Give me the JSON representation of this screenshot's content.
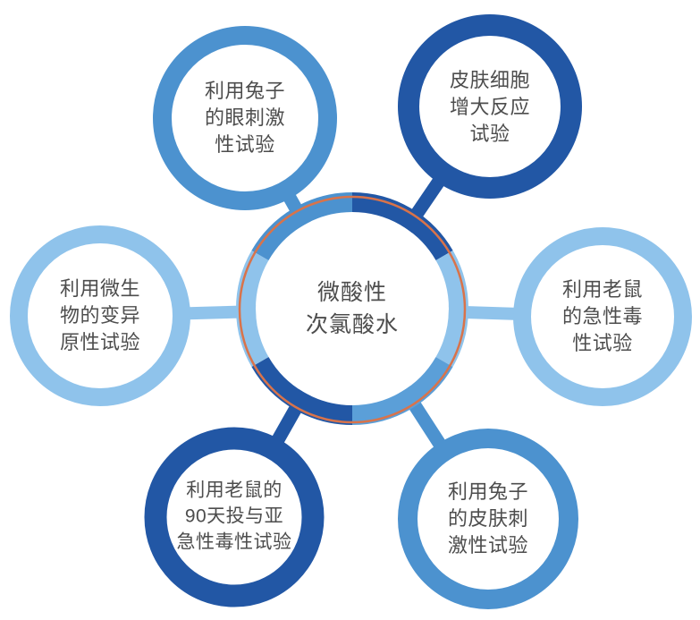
{
  "diagram": {
    "center": {
      "label": "微酸性\n次氯酸水"
    },
    "nodes": [
      {
        "position": "top-left",
        "label": "利用兔子\n的眼刺激\n性试验",
        "ring_color": "medium"
      },
      {
        "position": "top-right",
        "label": "皮肤细胞\n增大反应\n试验",
        "ring_color": "dark"
      },
      {
        "position": "right",
        "label": "利用老鼠\n的急性毒\n性试验",
        "ring_color": "light"
      },
      {
        "position": "bottom-right",
        "label": "利用兔子\n的皮肤刺\n激性试验",
        "ring_color": "medium"
      },
      {
        "position": "bottom-left",
        "label": "利用老鼠的\n90天投与亚\n急性毒性试验",
        "ring_color": "dark"
      },
      {
        "position": "left",
        "label": "利用微生\n物的变异\n原性试验",
        "ring_color": "light"
      }
    ]
  },
  "colors": {
    "dark": "#2257a5",
    "medium": "#4c92cf",
    "medium_alt": "#5b9fd8",
    "light": "#8fc3eb",
    "orange": "#d9734a",
    "text": "#4d4d4d",
    "background": "#ffffff"
  }
}
